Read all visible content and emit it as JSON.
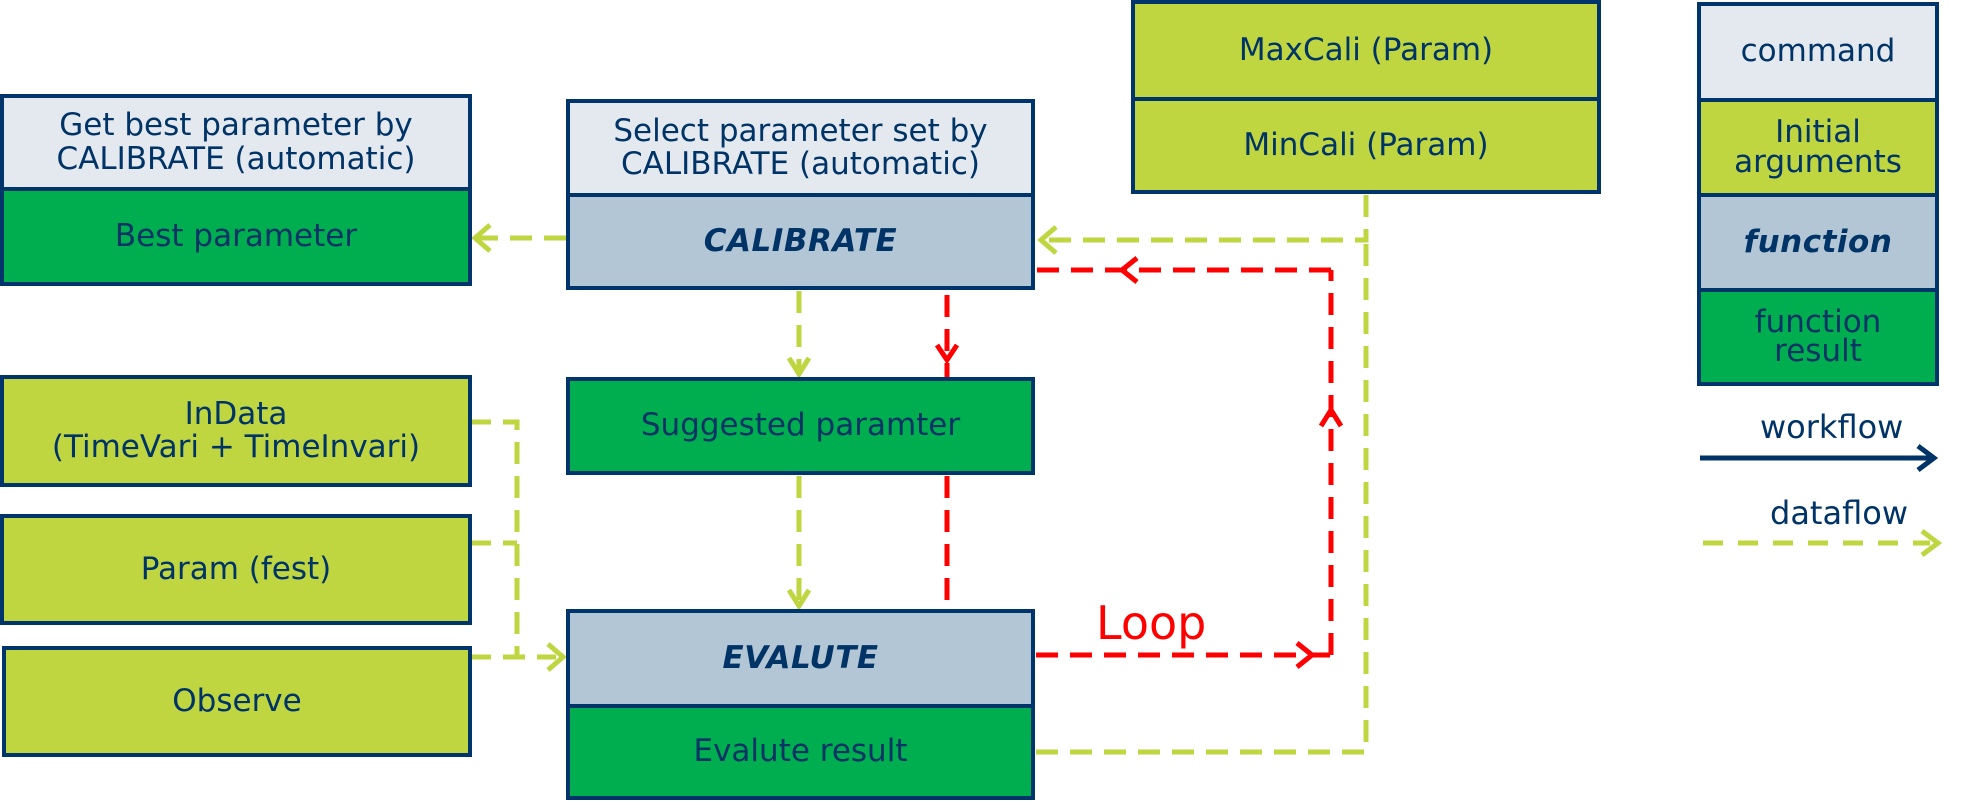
{
  "diagram": {
    "boxes": {
      "get_best_cmd": "Get best parameter by CALIBRATE (automatic)",
      "best_parameter": "Best parameter",
      "select_cmd": "Select parameter set by CALIBRATE (automatic)",
      "calibrate_fn": "CALIBRATE",
      "suggested_parameter": "Suggested paramter",
      "maxcali": "MaxCali (Param)",
      "mincali": "MinCali (Param)",
      "indata_line1": "InData",
      "indata_line2": "(TimeVari + TimeInvari)",
      "param_fest": "Param (fest)",
      "observe": "Observe",
      "evalute_fn": "EVALUTE",
      "evalute_result": "Evalute result"
    },
    "loop_label": "Loop"
  },
  "legend": {
    "items": [
      {
        "label_line1": "command",
        "label_line2": ""
      },
      {
        "label_line1": "Initial",
        "label_line2": "arguments"
      },
      {
        "label_line1": "function",
        "label_line2": ""
      },
      {
        "label_line1": "function",
        "label_line2": "result"
      }
    ],
    "workflow": "workflow",
    "dataflow": "dataflow"
  },
  "colors": {
    "command": "#e4e9ef",
    "initial_arguments": "#bfd641",
    "function": "#b3c6d6",
    "function_result": "#00ad4f",
    "border_text": "#003366",
    "loop": "#ff0000",
    "dataflow": "#bfd641"
  }
}
